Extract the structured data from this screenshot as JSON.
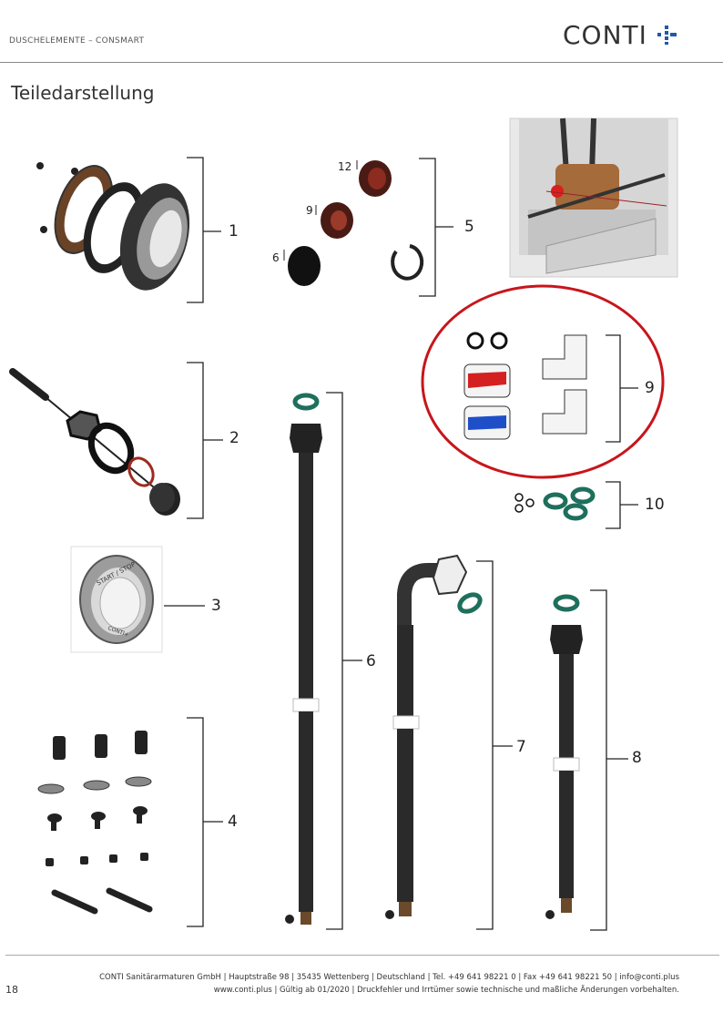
{
  "header": {
    "category": "DUSCHELEMENTE – CONSMART",
    "logo_text": "CONTI",
    "logo_plus_color": "#1e5aa8"
  },
  "title": "Teiledarstellung",
  "parts": {
    "p1": "1",
    "p2": "2",
    "p3": "3",
    "p4": "4",
    "p5": "5",
    "p6": "6",
    "p7": "7",
    "p8": "8",
    "p9": "9",
    "p10": "10"
  },
  "subparts": {
    "s12": "12",
    "s9": "9",
    "s6": "6"
  },
  "button_text": {
    "top": "START / STOP",
    "bottom": "CONTI+"
  },
  "footer": {
    "line1": "CONTI Sanitärarmaturen GmbH | Hauptstraße 98 | 35435 Wettenberg | Deutschland | Tel. +49 641 98221 0 | Fax +49 641 98221 50 | info@conti.plus",
    "line2": "www.conti.plus | Gültig ab 01/2020 | Druckfehler und Irrtümer sowie technische und maßliche Änderungen vorbehalten."
  },
  "page_number": "18",
  "colors": {
    "highlight_circle": "#c8151b",
    "hot": "#d42020",
    "cold": "#1e4fc8",
    "seal": "#1e6f5c"
  }
}
